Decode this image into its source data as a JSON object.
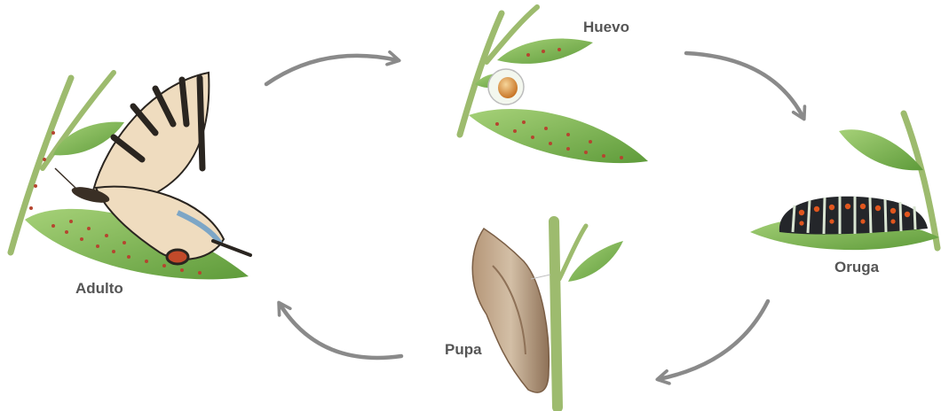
{
  "diagram": {
    "stages": {
      "adulto": "Adulto",
      "huevo": "Huevo",
      "oruga": "Oruga",
      "pupa": "Pupa"
    },
    "colors": {
      "arrow": "#8a8a8a",
      "stem": "#9dbb6e",
      "leaf": "#7fba54",
      "egg_dots": "#b5452f",
      "label": "#555555"
    }
  }
}
